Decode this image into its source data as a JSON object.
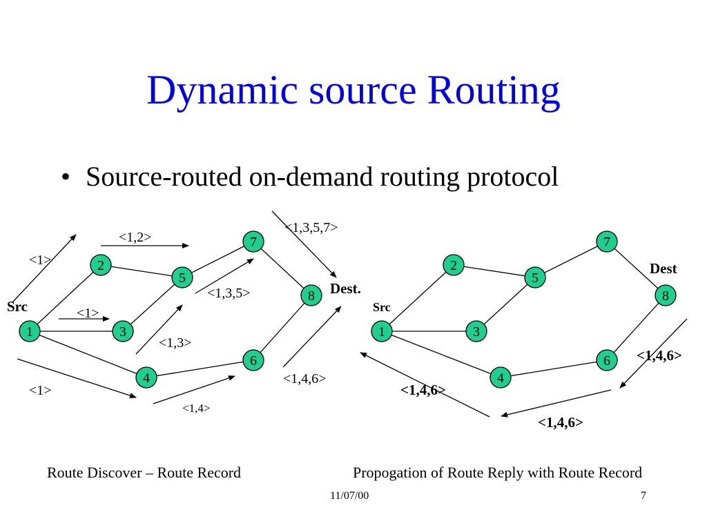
{
  "title": "Dynamic source Routing",
  "bullet": "Source-routed on-demand routing protocol",
  "colors": {
    "title": "#0000ee",
    "node_fill": "#1fcf8f",
    "line": "#000000"
  },
  "left_diagram": {
    "nodes": [
      "1",
      "2",
      "3",
      "4",
      "5",
      "6",
      "7",
      "8"
    ],
    "src_label": "Src",
    "dest_label": "Dest.",
    "records": [
      "<1>",
      "<1,2>",
      "<1>",
      "<1,3,5>",
      "<1,3,5,7>",
      "<1,3>",
      "<1>",
      "<1,4>",
      "<1,4,6>"
    ],
    "caption": "Route Discover – Route Record"
  },
  "right_diagram": {
    "nodes": [
      "1",
      "2",
      "3",
      "4",
      "5",
      "6",
      "7",
      "8"
    ],
    "src_label": "Src",
    "dest_label": "Dest",
    "records": [
      "<1,4,6>",
      "<1,4,6>",
      "<1,4,6>"
    ],
    "caption": "Propogation of Route Reply with Route Record"
  },
  "footer": {
    "date": "11/07/00",
    "page": "7"
  }
}
